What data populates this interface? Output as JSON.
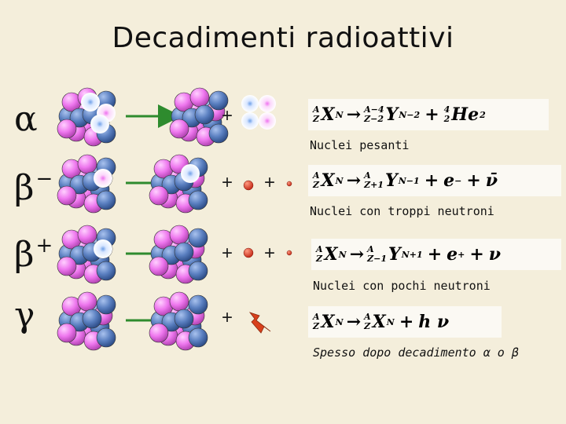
{
  "title": "Decadimenti radioattivi",
  "rows": [
    {
      "symbol": "α",
      "symbol_sup": "",
      "caption": "Nuclei pesanti",
      "formula": {
        "parent": {
          "mass": "A",
          "charge": "Z",
          "element": "X",
          "sub": "N"
        },
        "daughter": {
          "mass": "A−4",
          "charge": "Z−2",
          "element": "Y",
          "sub": "N−2"
        },
        "emitted": {
          "mass": "4",
          "charge": "2",
          "element": "He",
          "sub": "2"
        }
      }
    },
    {
      "symbol": "β",
      "symbol_sup": "−",
      "caption": "Nuclei con troppi neutroni",
      "formula": {
        "parent": {
          "mass": "A",
          "charge": "Z",
          "element": "X",
          "sub": "N"
        },
        "daughter": {
          "mass": "A",
          "charge": "Z+1",
          "element": "Y",
          "sub": "N−1"
        },
        "particle": "e",
        "particle_sup": "−",
        "neutrino": "ν̄"
      }
    },
    {
      "symbol": "β",
      "symbol_sup": "+",
      "caption": "Nuclei con pochi neutroni",
      "formula": {
        "parent": {
          "mass": "A",
          "charge": "Z",
          "element": "X",
          "sub": "N"
        },
        "daughter": {
          "mass": "A",
          "charge": "Z−1",
          "element": "Y",
          "sub": "N+1"
        },
        "particle": "e",
        "particle_sup": "+",
        "neutrino": "ν"
      }
    },
    {
      "symbol": "γ",
      "symbol_sup": "",
      "caption": "Spesso dopo decadimento α o β",
      "formula": {
        "parent": {
          "mass": "A",
          "charge": "Z",
          "element": "X",
          "sub": "N"
        },
        "daughter": {
          "mass": "A",
          "charge": "Z",
          "element": "X",
          "sub": "N"
        },
        "photon": "h ν"
      }
    }
  ],
  "plus_sign": "+",
  "arrow": "→",
  "colors": {
    "background": "#f4eedb",
    "proton": "#ee77ee",
    "neutron": "#5a7fc0",
    "arrow": "#2e8b2e",
    "electron": "#e03c2c",
    "lightning": "#d8401c"
  }
}
